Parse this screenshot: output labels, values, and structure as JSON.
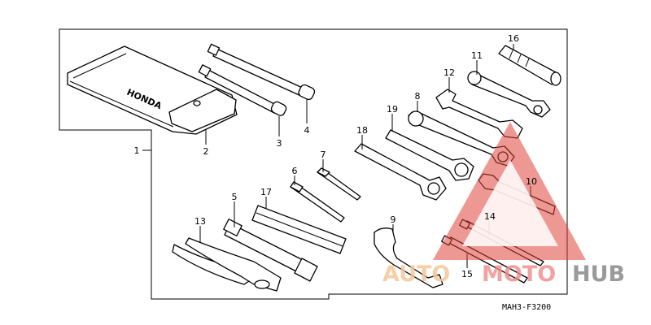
{
  "callouts": {
    "p1": "1",
    "p2": "2",
    "p3": "3",
    "p4": "4",
    "p5": "5",
    "p6": "6",
    "p7": "7",
    "p8": "8",
    "p9": "9",
    "p10": "10",
    "p11": "11",
    "p12": "12",
    "p13": "13",
    "p14": "14",
    "p15": "15",
    "p16": "16",
    "p17": "17",
    "p18": "18",
    "p19": "19"
  },
  "bag_brand": "HONDA",
  "diagram_code": "MAH3-F3200",
  "watermark": {
    "part_auto": "AUTO",
    "part_moto": "MOTO",
    "part_hub": "HUB"
  },
  "colors": {
    "watermark_red": "#e0443c",
    "watermark_orange": "#f5c79a",
    "watermark_gray": "#9a9a9a",
    "line": "#000000"
  }
}
